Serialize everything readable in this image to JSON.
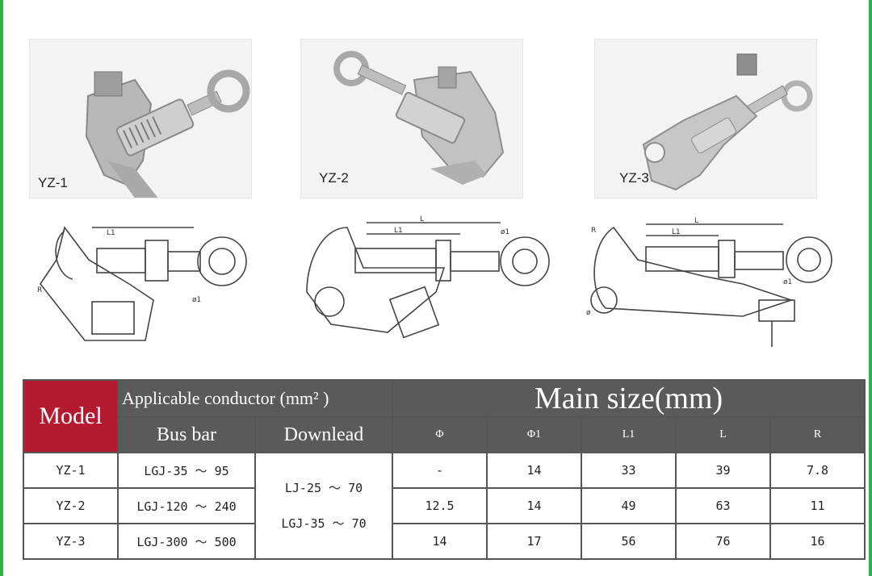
{
  "photos": [
    {
      "label": "YZ-1"
    },
    {
      "label": "YZ-2"
    },
    {
      "label": "YZ-3"
    }
  ],
  "drawing_labels": {
    "l1": "L1",
    "l": "L",
    "r": "R",
    "phi1": "ø1",
    "phi": "ø"
  },
  "table": {
    "model_header": "Model",
    "applicable_header": "Applicable conductor (mm² )",
    "main_size_header": "Main size(mm)",
    "bus_bar_header": "Bus bar",
    "downlead_header": "Downlead",
    "size_columns": [
      "Φ",
      "Φ1",
      "L1",
      "L",
      "R"
    ],
    "downlead_values": [
      "LJ-25 ～ 70",
      "LGJ-35 ～ 70"
    ],
    "rows": [
      {
        "model": "YZ-1",
        "bus_bar": "LGJ-35 ～ 95",
        "phi": "-",
        "phi1": "14",
        "l1": "33",
        "l": "39",
        "r": "7.8"
      },
      {
        "model": "YZ-2",
        "bus_bar": "LGJ-120 ～ 240",
        "phi": "12.5",
        "phi1": "14",
        "l1": "49",
        "l": "63",
        "r": "11"
      },
      {
        "model": "YZ-3",
        "bus_bar": "LGJ-300 ～ 500",
        "phi": "14",
        "phi1": "17",
        "l1": "56",
        "l": "76",
        "r": "16"
      }
    ]
  }
}
